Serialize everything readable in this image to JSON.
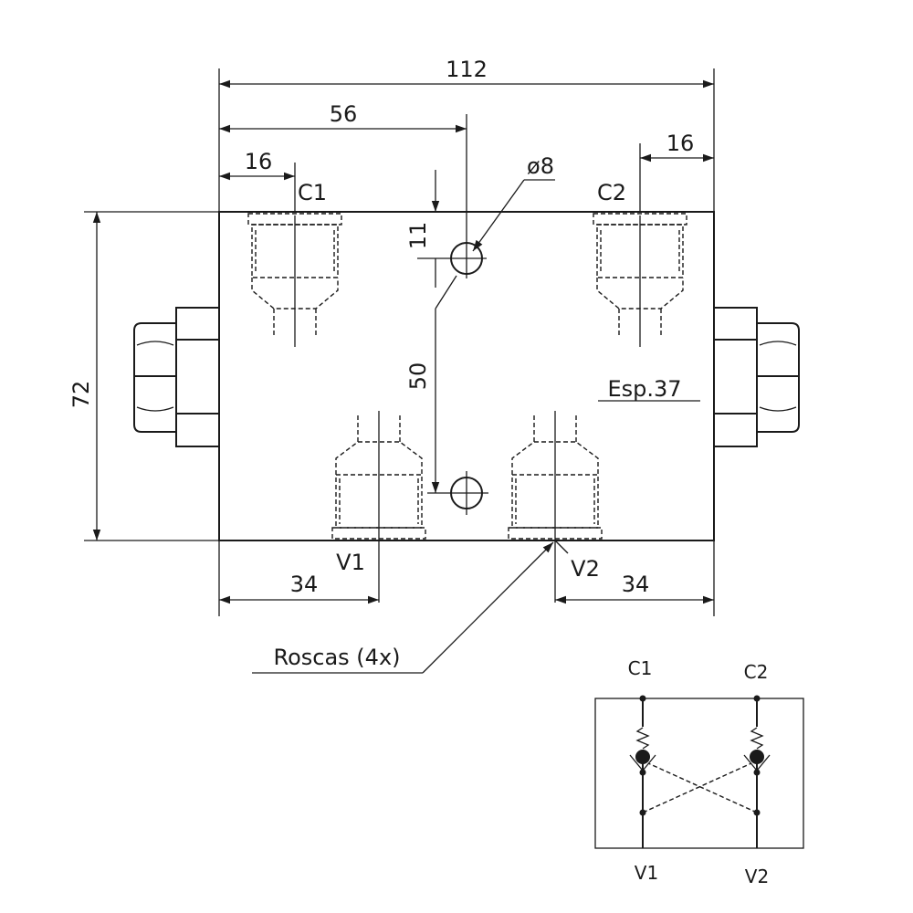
{
  "dimensions": {
    "total_width": "112",
    "center_offset": "56",
    "left_port_offset": "16",
    "right_port_offset": "16",
    "hole_diameter": "ø8",
    "hole_top_offset": "11",
    "hole_spacing": "50",
    "height": "72",
    "bottom_left": "34",
    "bottom_right": "34"
  },
  "ports": {
    "c1": "C1",
    "c2": "C2",
    "v1": "V1",
    "v2": "V2"
  },
  "notes": {
    "thickness": "Esp.37",
    "threads": "Roscas (4x)"
  },
  "schematic": {
    "c1": "C1",
    "c2": "C2",
    "v1": "V1",
    "v2": "V2"
  }
}
